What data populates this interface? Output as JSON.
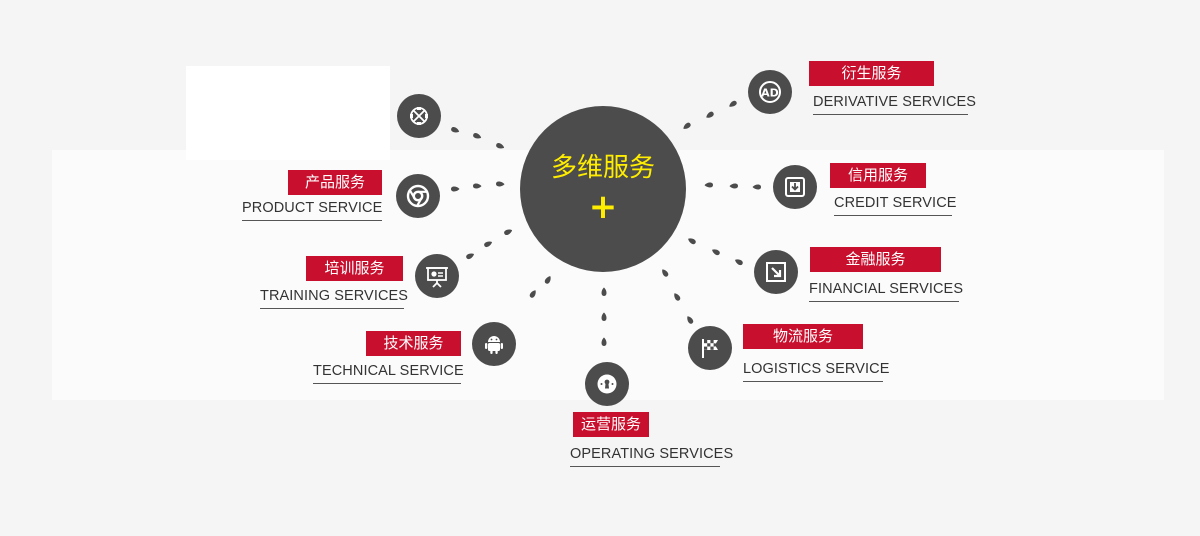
{
  "center": {
    "title": "多维服务",
    "plus": "+"
  },
  "services": {
    "product": {
      "cn": "产品服务",
      "en": "PRODUCT SERVICE",
      "icon": "chrome-icon"
    },
    "training": {
      "cn": "培训服务",
      "en": "TRAINING SERVICES",
      "icon": "presentation-board-icon"
    },
    "technical": {
      "cn": "技术服务",
      "en": "TECHNICAL SERVICE",
      "icon": "android-icon"
    },
    "operating": {
      "cn": "运营服务",
      "en": "OPERATING SERVICES",
      "icon": "keyhole-icon"
    },
    "logistics": {
      "cn": "物流服务",
      "en": "LOGISTICS SERVICE",
      "icon": "checkered-flag-icon"
    },
    "financial": {
      "cn": "金融服务",
      "en": "FINANCIAL SERVICES",
      "icon": "arrow-in-box-icon"
    },
    "credit": {
      "cn": "信用服务",
      "en": "CREDIT SERVICE",
      "icon": "download-box-icon"
    },
    "derivative": {
      "cn": "衍生服务",
      "en": "DERIVATIVE SERVICES",
      "icon": "ad-icon"
    },
    "extra": {
      "icon": "crossed-pattern-icon"
    }
  },
  "colors": {
    "accent": "#c8102e",
    "dark": "#4d4c4c",
    "highlight": "#ffed00"
  }
}
